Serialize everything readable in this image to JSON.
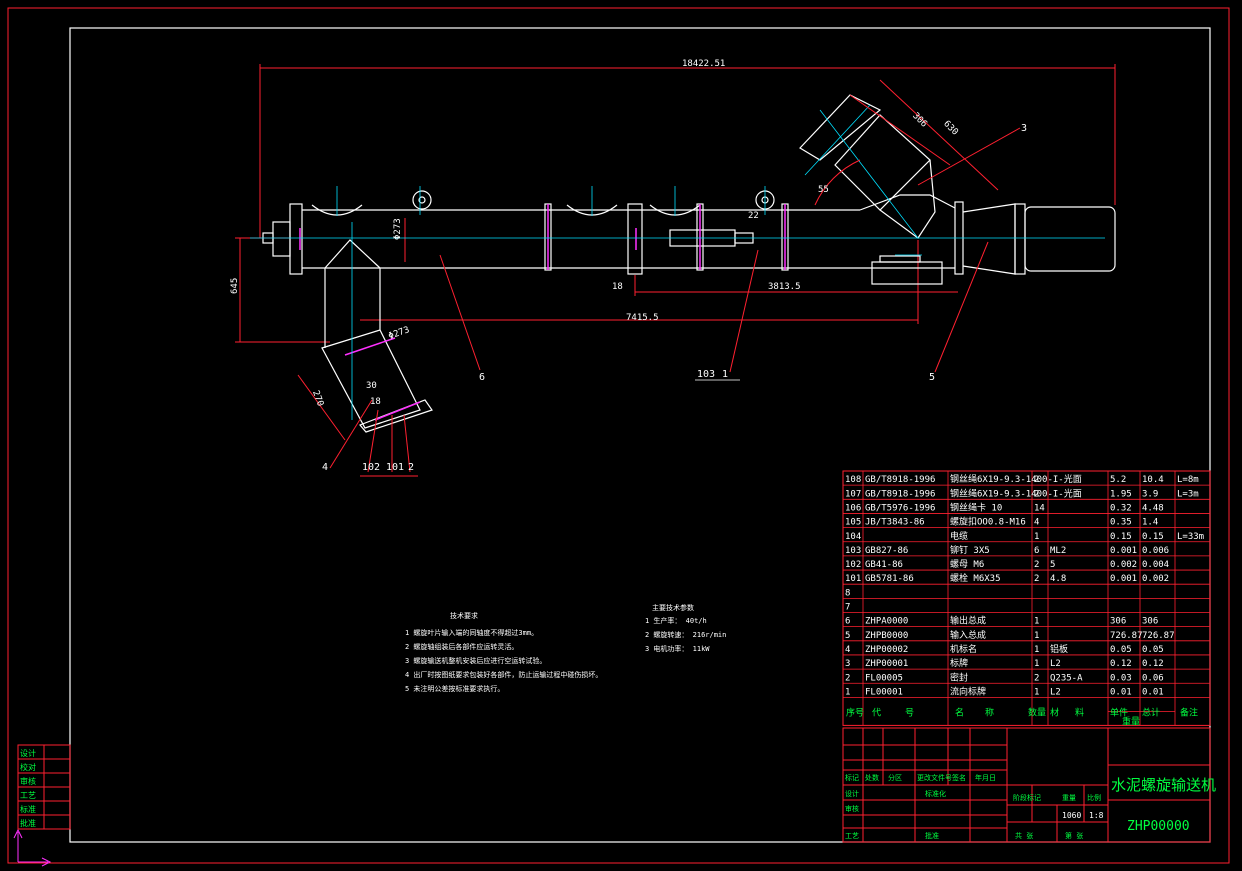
{
  "title_block": {
    "drawing_title": "水泥螺旋输送机",
    "drawing_number": "ZHP00000",
    "stage_header": "阶段标记",
    "weight_header": "重量",
    "scale_header": "比例",
    "weight": "1060",
    "scale": "1:8",
    "sheets_total": "共 张",
    "sheet_no": "第 张",
    "rev_headers": [
      "标记",
      "处数",
      "分区",
      "更改文件号",
      "签名",
      "年月日"
    ],
    "role_rows": [
      "设计",
      "审核",
      "工艺"
    ],
    "role_signs": [
      "标准化",
      "",
      "批准"
    ]
  },
  "side_stamp": [
    "设计",
    "校对",
    "审核",
    "工艺",
    "标准",
    "批准"
  ],
  "bom": {
    "headers": [
      "序号",
      "代",
      "号",
      "名",
      "称",
      "数量",
      "材",
      "料",
      "单件",
      "总计",
      "备注"
    ],
    "weight_header": "重量",
    "rows": [
      {
        "no": "108",
        "code": "GB/T8918-1996",
        "name": "钢丝绳6X19-9.3-1400-I-光面",
        "qty": "2",
        "material": "",
        "unit": "5.2",
        "total": "10.4",
        "note": "L=8m"
      },
      {
        "no": "107",
        "code": "GB/T8918-1996",
        "name": "钢丝绳6X19-9.3-1400-I-光面",
        "qty": "2",
        "material": "",
        "unit": "1.95",
        "total": "3.9",
        "note": "L=3m"
      },
      {
        "no": "106",
        "code": "GB/T5976-1996",
        "name": "钢丝绳卡 10",
        "qty": "14",
        "material": "",
        "unit": "0.32",
        "total": "4.48",
        "note": ""
      },
      {
        "no": "105",
        "code": "JB/T3843-86",
        "name": "螺旋扣OO0.8-M16",
        "qty": "4",
        "material": "",
        "unit": "0.35",
        "total": "1.4",
        "note": ""
      },
      {
        "no": "104",
        "code": "",
        "name": "电缆",
        "qty": "1",
        "material": "",
        "unit": "0.15",
        "total": "0.15",
        "note": "L=33m"
      },
      {
        "no": "103",
        "code": "GB827-86",
        "name": "铆钉 3X5",
        "qty": "6",
        "material": "ML2",
        "unit": "0.001",
        "total": "0.006",
        "note": ""
      },
      {
        "no": "102",
        "code": "GB41-86",
        "name": "螺母 M6",
        "qty": "2",
        "material": "5",
        "unit": "0.002",
        "total": "0.004",
        "note": ""
      },
      {
        "no": "101",
        "code": "GB5781-86",
        "name": "螺栓 M6X35",
        "qty": "2",
        "material": "4.8",
        "unit": "0.001",
        "total": "0.002",
        "note": ""
      },
      {
        "no": "8",
        "code": "",
        "name": "",
        "qty": "",
        "material": "",
        "unit": "",
        "total": "",
        "note": ""
      },
      {
        "no": "7",
        "code": "",
        "name": "",
        "qty": "",
        "material": "",
        "unit": "",
        "total": "",
        "note": ""
      },
      {
        "no": "6",
        "code": "ZHPA0000",
        "name": "输出总成",
        "qty": "1",
        "material": "",
        "unit": "306",
        "total": "306",
        "note": ""
      },
      {
        "no": "5",
        "code": "ZHPB0000",
        "name": "输入总成",
        "qty": "1",
        "material": "",
        "unit": "726.87",
        "total": "726.87",
        "note": ""
      },
      {
        "no": "4",
        "code": "ZHP00002",
        "name": "机标名",
        "qty": "1",
        "material": "铝板",
        "unit": "0.05",
        "total": "0.05",
        "note": ""
      },
      {
        "no": "3",
        "code": "ZHP00001",
        "name": "标牌",
        "qty": "1",
        "material": "L2",
        "unit": "0.12",
        "total": "0.12",
        "note": ""
      },
      {
        "no": "2",
        "code": "FL00005",
        "name": "密封",
        "qty": "2",
        "material": "Q235-A",
        "unit": "0.03",
        "total": "0.06",
        "note": ""
      },
      {
        "no": "1",
        "code": "FL00001",
        "name": "流向标牌",
        "qty": "1",
        "material": "L2",
        "unit": "0.01",
        "total": "0.01",
        "note": ""
      }
    ]
  },
  "notes_left": {
    "title": "技术要求",
    "lines": [
      "1 螺旋叶片输入端的同轴度不得超过3mm。",
      "2 螺旋轴组装后各部件应运转灵活。",
      "3 螺旋输送机整机安装后应进行空运转试验。",
      "4 出厂时按图纸要求包装好各部件，防止运输过程中碰伤损坏。",
      "5 未注明公差按标准要求执行。"
    ]
  },
  "notes_right": {
    "title": "主要技术参数",
    "lines": [
      "1 生产率： 40t/h",
      "2 螺旋转速： 216r/min",
      "3 电机功率： 11kW"
    ]
  },
  "dimensions": {
    "overall_length": "18422.51",
    "offset_left": "18",
    "segment_right": "3813.5",
    "span_lower": "7415.5",
    "height_left": "645",
    "pipe_dia": "Φ273",
    "outlet_dia": "Φ273",
    "outlet_len": "270",
    "inlet_w": "306",
    "inlet_l": "630",
    "angle": "55",
    "small_dim": "22",
    "outlet_small": "18",
    "outlet_small2": "30"
  },
  "callouts": [
    "6",
    "103",
    "1",
    "5",
    "3",
    "4",
    "102",
    "101",
    "2"
  ]
}
